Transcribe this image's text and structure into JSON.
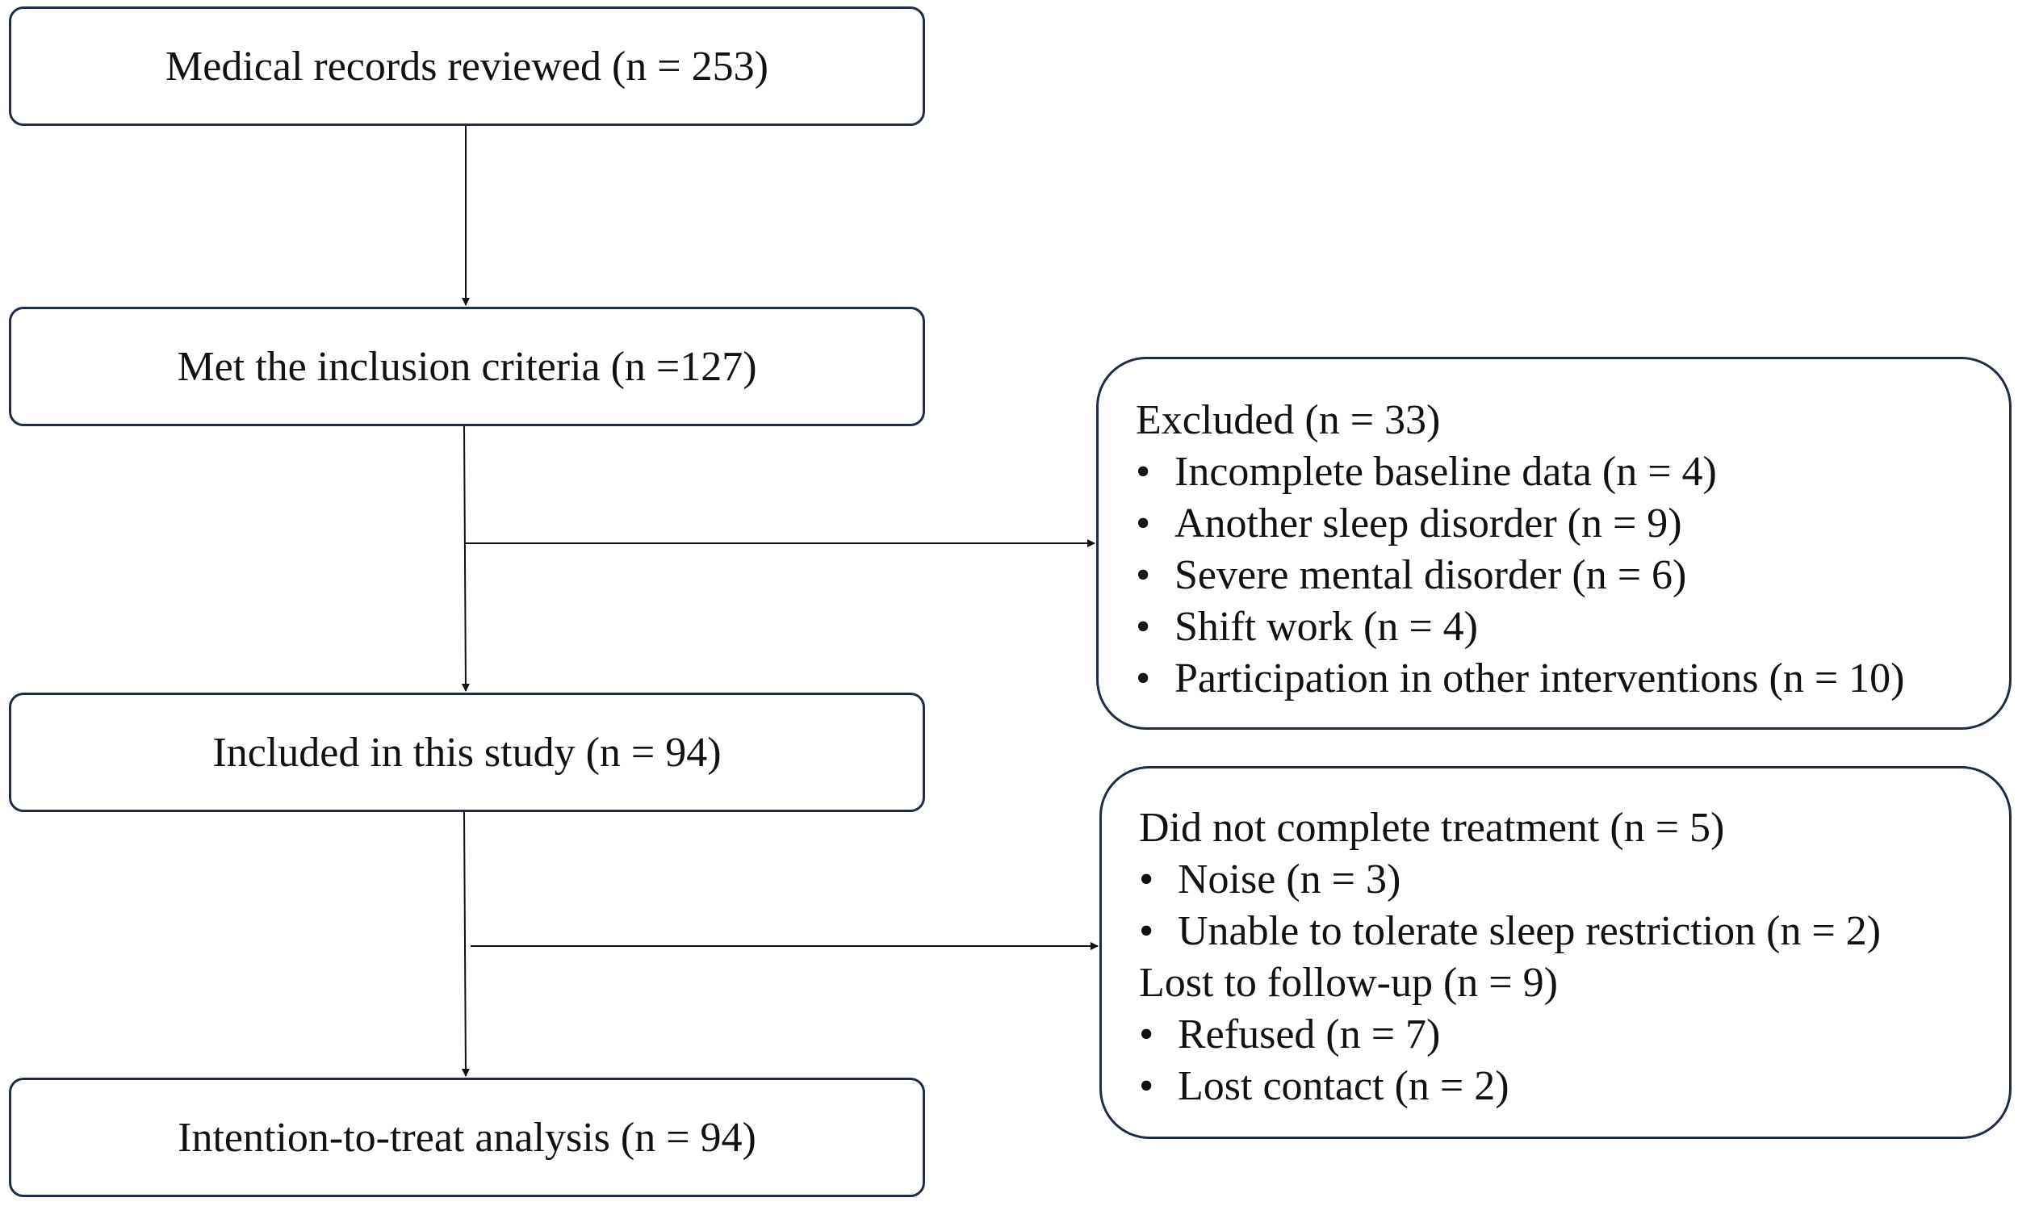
{
  "flow": {
    "records_reviewed": "Medical records reviewed (n = 253)",
    "met_inclusion": "Met the inclusion criteria (n =127)",
    "included": "Included in this study (n = 94)",
    "itt_analysis": "Intention-to-treat analysis (n = 94)"
  },
  "excluded": {
    "heading": "Excluded (n = 33)",
    "bullet": "•",
    "items": [
      "Incomplete baseline data (n = 4)",
      "Another sleep disorder (n = 9)",
      "Severe mental disorder (n = 6)",
      "Shift work (n = 4)",
      "Participation in other interventions (n = 10)"
    ]
  },
  "dropouts": {
    "did_not_complete": {
      "heading": "Did not complete treatment (n = 5)",
      "items": [
        "Noise (n = 3)",
        "Unable to tolerate sleep restriction (n = 2)"
      ]
    },
    "lost_to_follow_up": {
      "heading": "Lost to follow-up (n = 9)",
      "items": [
        "Refused (n = 7)",
        "Lost contact (n = 2)"
      ]
    }
  },
  "colors": {
    "box_border": "#1f2d45",
    "arrow": "#111111",
    "text": "#111111"
  }
}
